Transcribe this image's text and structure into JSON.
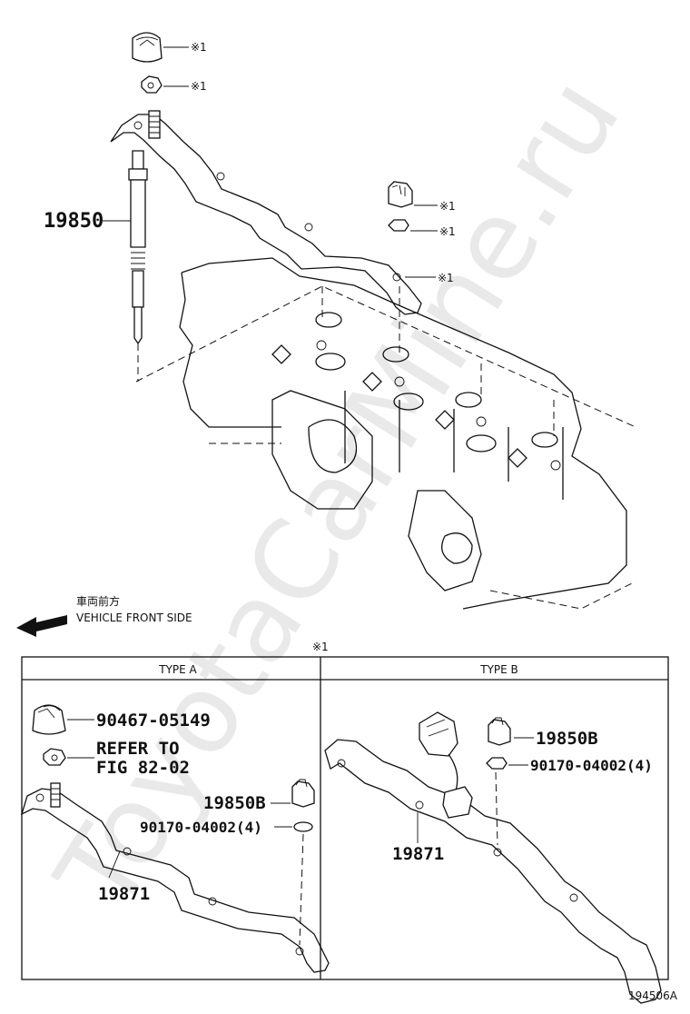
{
  "callouts": {
    "glow_plug": "19850",
    "mark_note": "※1"
  },
  "direction": {
    "jp": "車両前方",
    "en": "VEHICLE FRONT SIDE"
  },
  "detail_table": {
    "header_mark": "※1",
    "type_a": {
      "title": "TYPE A",
      "p1": "90467-05149",
      "p2_line1": "REFER TO",
      "p2_line2": "FIG 82-02",
      "p3": "19850B",
      "p4": "90170-04002(4)",
      "p5": "19871"
    },
    "type_b": {
      "title": "TYPE B",
      "p1": "19850B",
      "p2": "90170-04002(4)",
      "p3": "19871"
    }
  },
  "footer": {
    "code": "194506A"
  },
  "watermark": "ToyotaCarMine.ru"
}
